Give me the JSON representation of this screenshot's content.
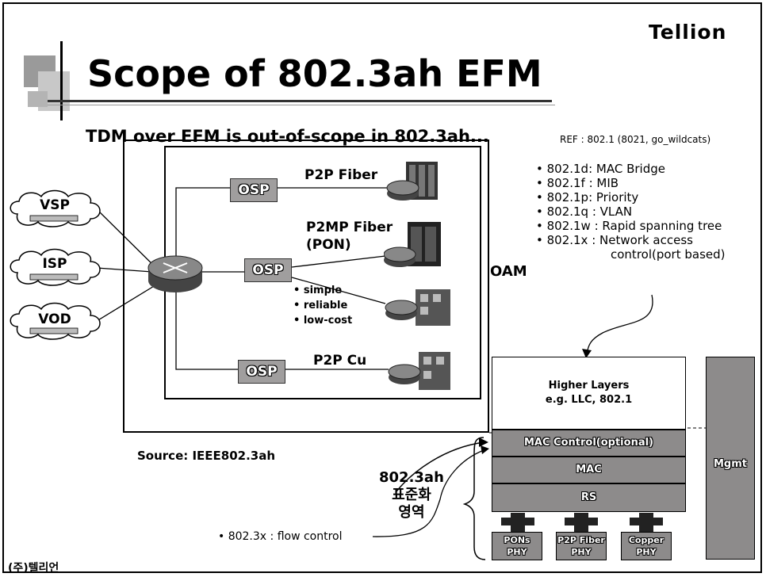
{
  "header": {
    "logo": "Tellion",
    "title": "Scope of 802.3ah EFM",
    "subtitle": "TDM over EFM is out-of-scope in 802.3ah..."
  },
  "reference": {
    "title": "REF : 802.1 (8021, go_wildcats)",
    "items": [
      "• 802.1d: MAC Bridge",
      "• 802.1f : MIB",
      "• 802.1p: Priority",
      "• 802.1q : VLAN",
      "• 802.1w : Rapid spanning tree",
      "• 802.1x : Network access",
      "control(port based)"
    ]
  },
  "network": {
    "clouds": [
      "VSP",
      "ISP",
      "VOD"
    ],
    "osp": [
      "OSP",
      "OSP",
      "OSP"
    ],
    "links": [
      "P2P Fiber",
      "P2MP Fiber",
      "(PON)",
      "P2P Cu"
    ],
    "features": [
      "• simple",
      "• reliable",
      "• low-cost"
    ],
    "oam": "OAM",
    "source": "Source: IEEE802.3ah"
  },
  "stack": {
    "higher_line1": "Higher Layers",
    "higher_line2": "e.g. LLC, 802.1",
    "mac_control": "MAC Control(optional)",
    "mac": "MAC",
    "rs": "RS",
    "mgmt": "Mgmt",
    "phys": [
      {
        "line1": "PONs",
        "line2": "PHY"
      },
      {
        "line1": "P2P Fiber",
        "line2": "PHY"
      },
      {
        "line1": "Copper",
        "line2": "PHY"
      }
    ],
    "standard_line1": "802.3ah",
    "standard_line2": "표준화",
    "standard_line3": "영역",
    "flow_control": "• 802.3x : flow control"
  },
  "footer": {
    "company": "(주)텔리언"
  }
}
